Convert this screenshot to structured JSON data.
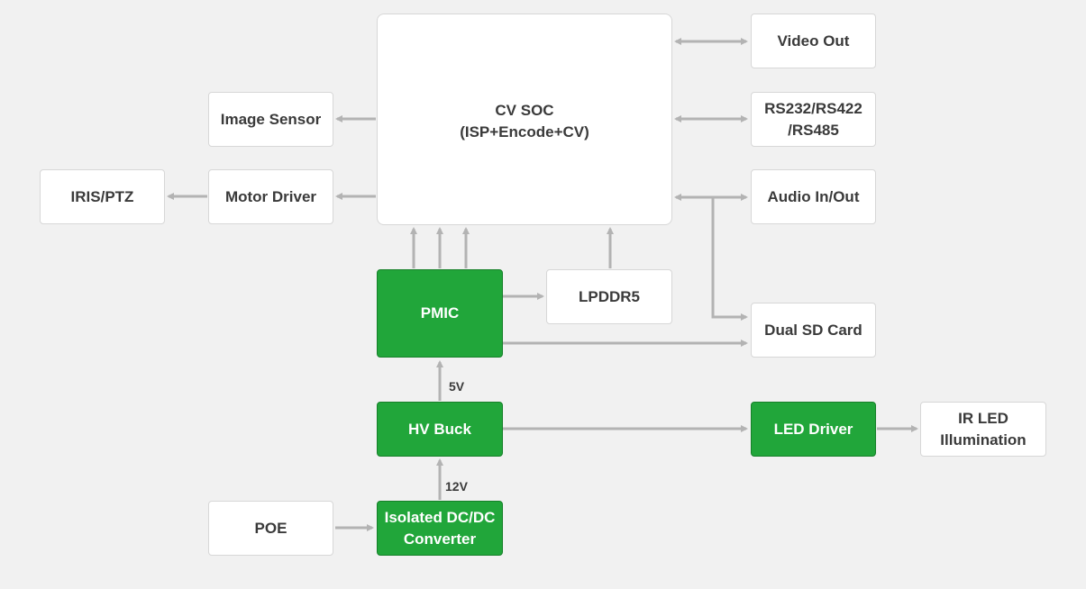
{
  "blocks": {
    "cv_soc": "CV SOC\n(ISP+Encode+CV)",
    "image_sensor": "Image Sensor",
    "motor_driver": "Motor Driver",
    "iris_ptz": "IRIS/PTZ",
    "video_out": "Video Out",
    "serial": "RS232/RS422\n/RS485",
    "audio": "Audio In/Out",
    "sd_card": "Dual SD Card",
    "pmic": "PMIC",
    "lpddr5": "LPDDR5",
    "hv_buck": "HV Buck",
    "led_driver": "LED Driver",
    "ir_led": "IR LED\nIllumination",
    "poe": "POE",
    "dcdc": "Isolated DC/DC\nConverter"
  },
  "labels": {
    "v5": "5V",
    "v12": "12V"
  },
  "colors": {
    "green_block": "#21a63a",
    "arrow": "#b3b3b3"
  }
}
